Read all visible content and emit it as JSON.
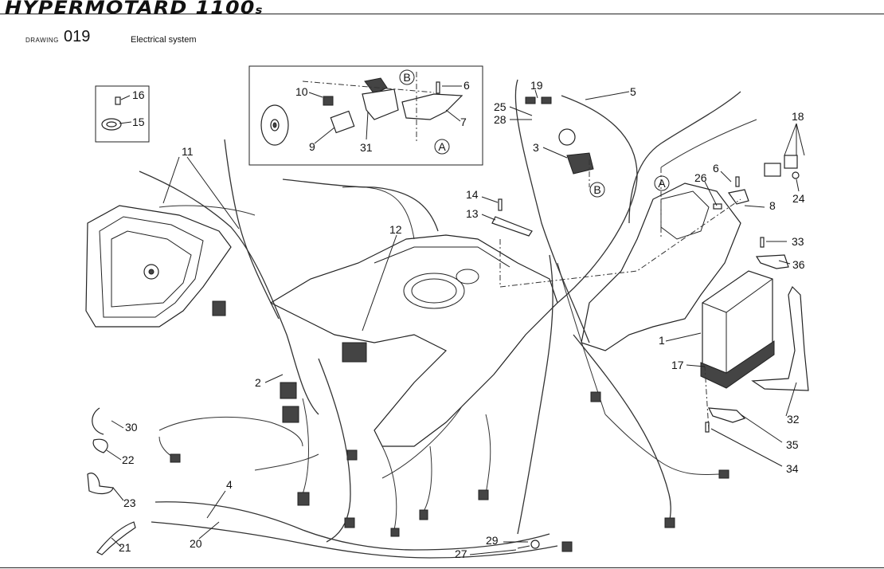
{
  "header": {
    "brand_main": "HYPERMOTARD 1100",
    "brand_suffix": "s"
  },
  "drawing": {
    "label": "DRAWING",
    "number": "019",
    "title": "Electrical system"
  },
  "callouts": {
    "c1": "1",
    "c2": "2",
    "c3": "3",
    "c4": "4",
    "c5": "5",
    "c6a": "6",
    "c6b": "6",
    "c7": "7",
    "c8": "8",
    "c9": "9",
    "c10": "10",
    "c11": "11",
    "c12": "12",
    "c13": "13",
    "c14": "14",
    "c15": "15",
    "c16": "16",
    "c17": "17",
    "c18": "18",
    "c19": "19",
    "c20": "20",
    "c21": "21",
    "c22": "22",
    "c23": "23",
    "c24": "24",
    "c25": "25",
    "c26": "26",
    "c27": "27",
    "c28": "28",
    "c29": "29",
    "c30": "30",
    "c31": "31",
    "c32": "32",
    "c33": "33",
    "c34": "34",
    "c35": "35",
    "c36": "36"
  },
  "markers": {
    "a1": "A",
    "a2": "A",
    "b1": "B",
    "b2": "B"
  }
}
